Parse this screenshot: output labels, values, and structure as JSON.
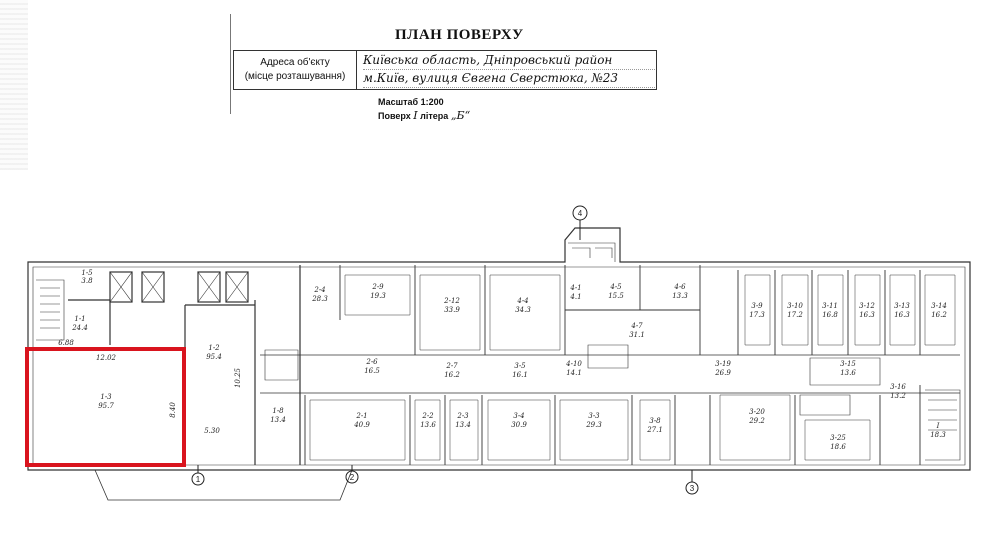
{
  "document": {
    "title": "ПЛАН ПОВЕРХУ",
    "address_label_line1": "Адреса об'єкту",
    "address_label_line2": "(місце розташування)",
    "address_line1": "Київська область, Дніпровський район",
    "address_line2": "м.Київ, вулиця Євгена Сверстюка, №23",
    "scale_label": "Масштаб 1:200",
    "floor_label": "Поверх",
    "floor_value": "І",
    "litera_label": "літера",
    "litera_value": "„Б“"
  },
  "plan": {
    "axis_markers": [
      "1",
      "2",
      "3",
      "4"
    ],
    "rooms": [
      {
        "id": "1-1",
        "area": "24.4"
      },
      {
        "id": "1-2",
        "area": "95.4"
      },
      {
        "id": "1-3",
        "area": "95.7"
      },
      {
        "id": "1-5",
        "area": "3.8"
      },
      {
        "id": "1-8",
        "area": "13.4"
      },
      {
        "id": "2-1",
        "area": "40.9"
      },
      {
        "id": "2-2",
        "area": "13.6"
      },
      {
        "id": "2-3",
        "area": "13.4"
      },
      {
        "id": "2-4",
        "area": "28.3"
      },
      {
        "id": "2-6",
        "area": "16.5"
      },
      {
        "id": "2-7",
        "area": "16.2"
      },
      {
        "id": "2-9",
        "area": "19.3"
      },
      {
        "id": "2-12",
        "area": "33.9"
      },
      {
        "id": "3-3",
        "area": "29.3"
      },
      {
        "id": "3-4",
        "area": "30.9"
      },
      {
        "id": "3-5",
        "area": "16.1"
      },
      {
        "id": "3-8",
        "area": "27.1"
      },
      {
        "id": "3-9",
        "area": "17.3"
      },
      {
        "id": "3-10",
        "area": "17.2"
      },
      {
        "id": "3-11",
        "area": "16.8"
      },
      {
        "id": "3-12",
        "area": "16.3"
      },
      {
        "id": "3-13",
        "area": "16.3"
      },
      {
        "id": "3-14",
        "area": "16.2"
      },
      {
        "id": "3-15",
        "area": "13.6"
      },
      {
        "id": "3-16",
        "area": "13.2"
      },
      {
        "id": "3-19",
        "area": "26.9"
      },
      {
        "id": "3-20",
        "area": "29.2"
      },
      {
        "id": "3-25",
        "area": "18.6"
      },
      {
        "id": "4-1",
        "area": "4.1"
      },
      {
        "id": "4-4",
        "area": "34.3"
      },
      {
        "id": "4-5",
        "area": "15.5"
      },
      {
        "id": "4-6",
        "area": "13.3"
      },
      {
        "id": "4-7",
        "area": "31.1"
      },
      {
        "id": "4-10",
        "area": "14.1"
      },
      {
        "id": "I",
        "area": "18.3"
      }
    ],
    "dimensions": [
      "12.02",
      "8.40",
      "5.30",
      "10.25",
      "6.88"
    ],
    "highlight_color": "#d9141e"
  }
}
